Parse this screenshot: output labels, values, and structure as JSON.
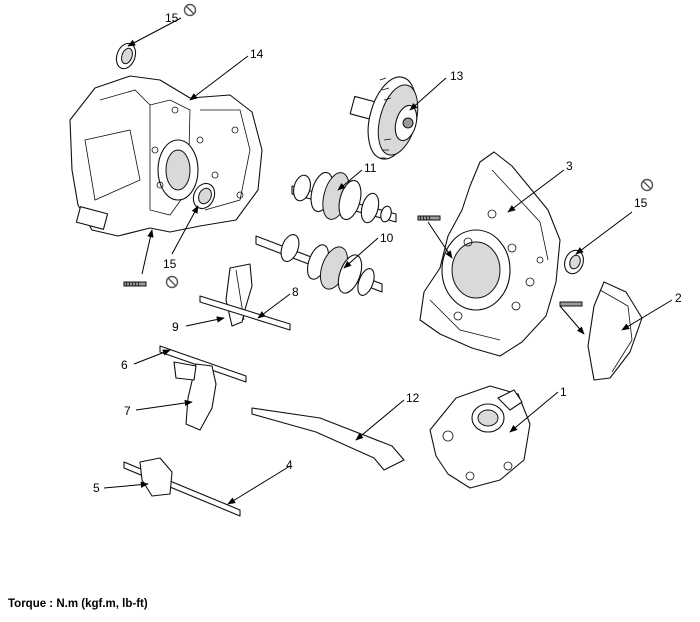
{
  "callouts": [
    "1",
    "2",
    "3",
    "4",
    "5",
    "6",
    "7",
    "8",
    "9",
    "10",
    "11",
    "12",
    "13",
    "14",
    "15",
    "15",
    "15"
  ],
  "caption": "Torque : N.m (kgf.m, lb-ft)",
  "icons": {
    "no_reuse": "no-reuse-symbol-icon",
    "arrow": "leader-arrow"
  }
}
